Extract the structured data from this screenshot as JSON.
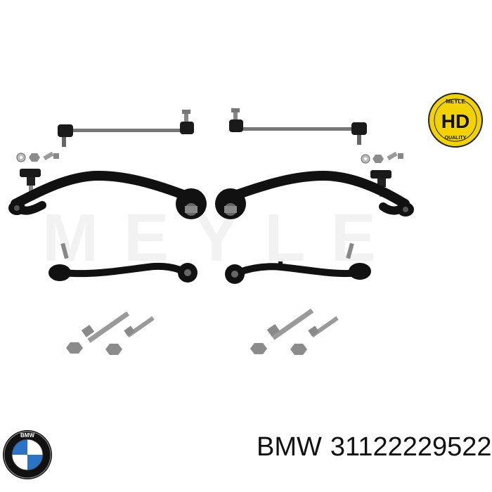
{
  "badge": {
    "brand": "MEYLE",
    "grade": "HD",
    "label": "QUALITY",
    "background": "#f2d200",
    "foreground": "#111111"
  },
  "watermark": "MEYLE",
  "footer": {
    "brand": "BMW",
    "part_number": "31122229522"
  },
  "logo": {
    "name": "bmw-roundel",
    "letters": "BMW",
    "quadrant_blue": "#2b73c4",
    "ring": "#111111"
  },
  "colors": {
    "part": "#111111",
    "metal": "#9a9a9a",
    "nut": "#8b8b8b"
  }
}
